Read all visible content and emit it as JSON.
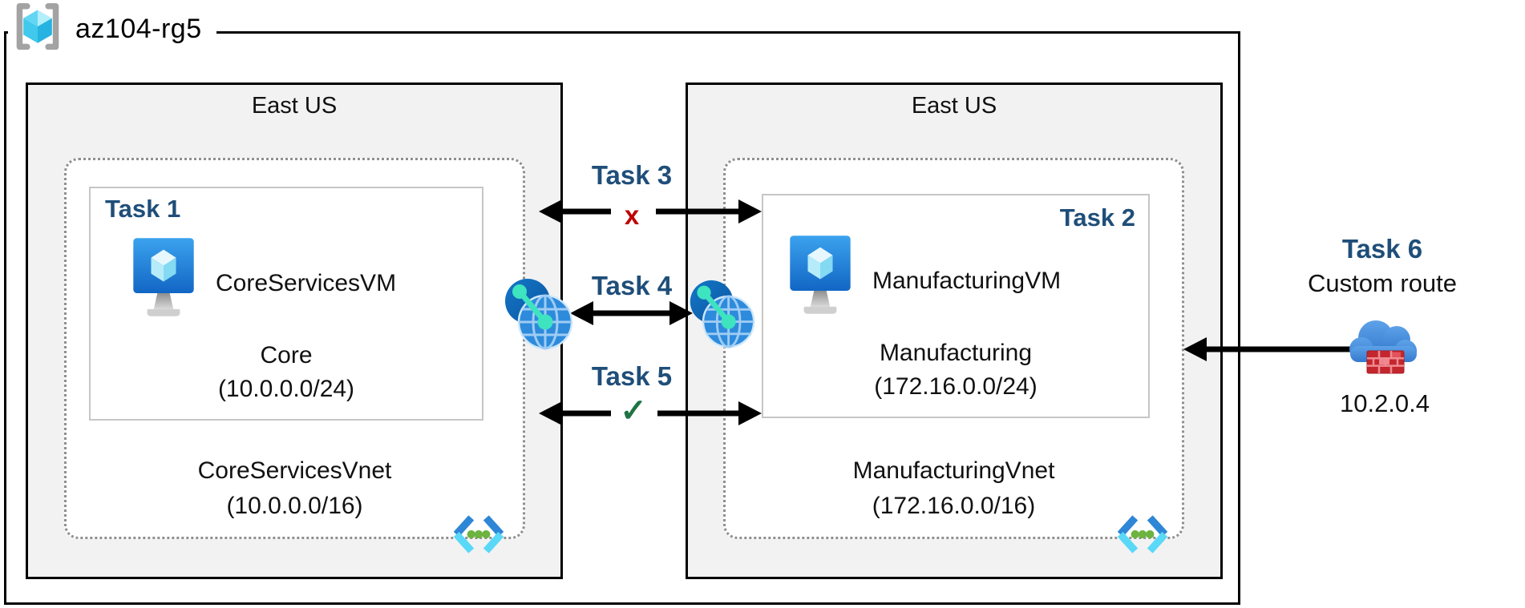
{
  "resource_group": {
    "name": "az104-rg5"
  },
  "regions": [
    {
      "title": "East US",
      "vnet": {
        "name": "CoreServicesVnet",
        "cidr": "(10.0.0.0/16)"
      },
      "subnet": {
        "task": "Task 1",
        "vm_name": "CoreServicesVM",
        "name": "Core",
        "cidr": "(10.0.0.0/24)"
      }
    },
    {
      "title": "East US",
      "vnet": {
        "name": "ManufacturingVnet",
        "cidr": "(172.16.0.0/16)"
      },
      "subnet": {
        "task": "Task 2",
        "vm_name": "ManufacturingVM",
        "name": "Manufacturing",
        "cidr": "(172.16.0.0/24)"
      }
    }
  ],
  "connections": {
    "task3": {
      "label": "Task 3",
      "status_marker": "x"
    },
    "task4": {
      "label": "Task 4"
    },
    "task5": {
      "label": "Task 5",
      "status_marker": "✓"
    },
    "task6": {
      "label": "Task 6",
      "description": "Custom route",
      "ip": "10.2.0.4"
    }
  },
  "icons": {
    "resource_group": "resource-group-icon",
    "virtual_machine": "vm-icon",
    "virtual_network": "virtual-network-icon",
    "peering": "peering-globe-icon",
    "nva": "cloud-firewall-icon"
  },
  "colors": {
    "task_label_navy": "#1f4e79",
    "blocked_red": "#c00000",
    "allowed_green": "#217346",
    "region_fill": "#f2f2f2",
    "border_black": "#000000",
    "vnet_dotted_gray": "#8f8f8f"
  }
}
